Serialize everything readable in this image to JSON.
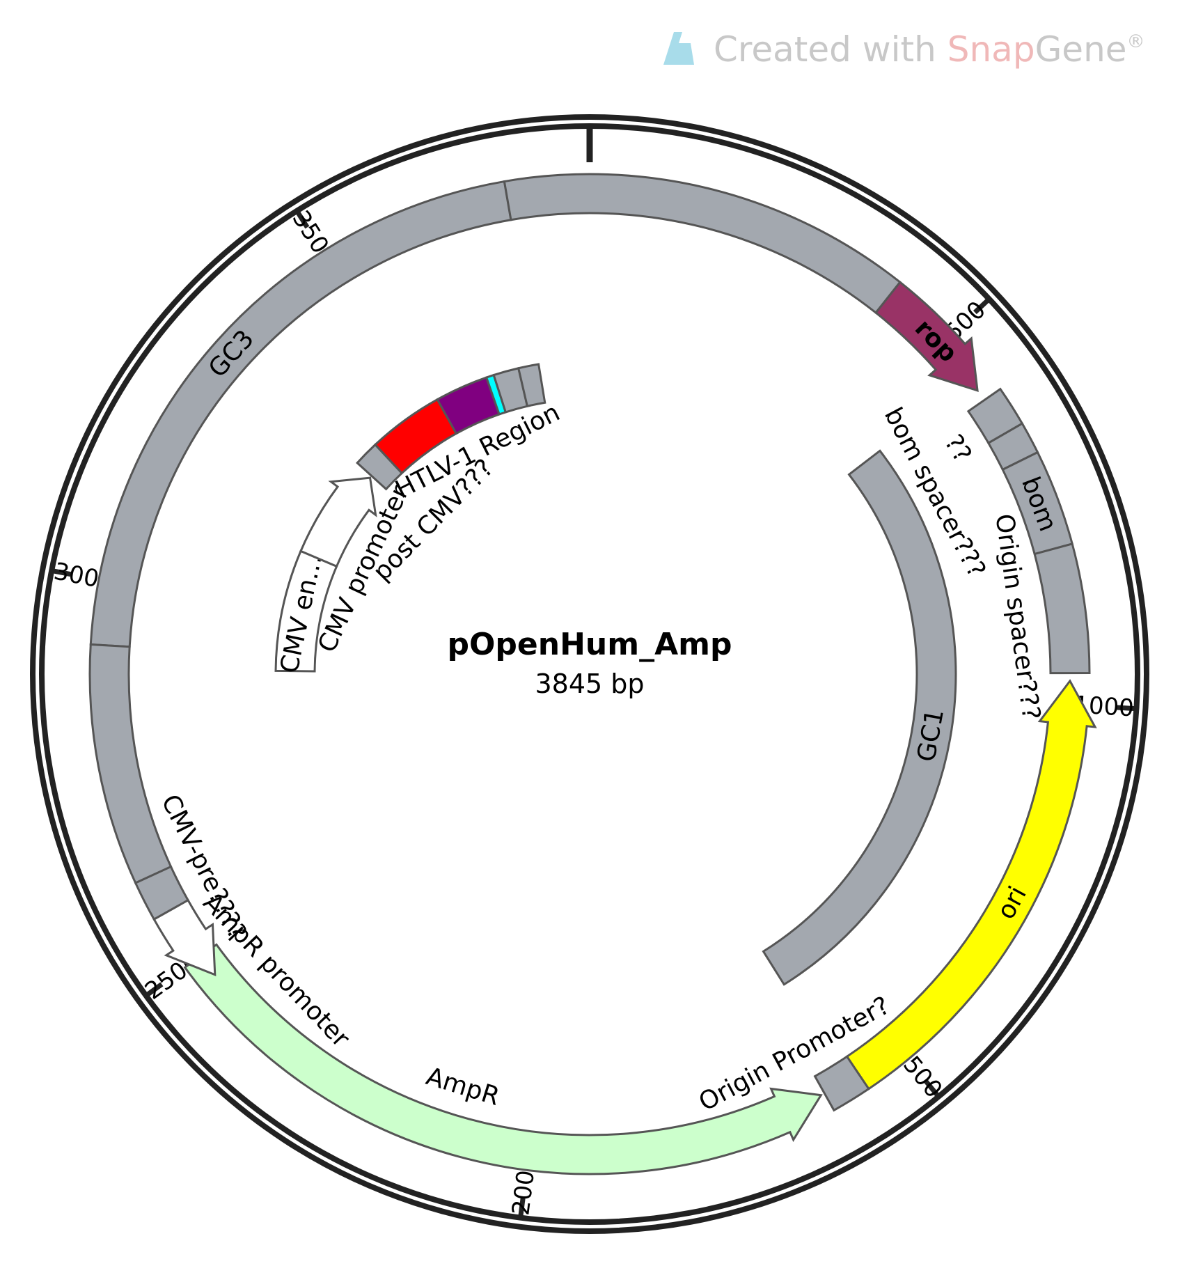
{
  "watermark": {
    "prefix": "Created with ",
    "brand_a": "Snap",
    "brand_b": "Gene",
    "reg": "®",
    "colors": {
      "prefix": "#c8c8c8",
      "snap": "#f0b8b8",
      "gene": "#c8c8c8",
      "logo": "#a8dcea"
    }
  },
  "plasmid": {
    "name": "pOpenHum_Amp",
    "size_label": "3845 bp",
    "length_bp": 3845
  },
  "ticks": [
    {
      "bp": 500,
      "label": "500"
    },
    {
      "bp": 1000,
      "label": "1000"
    },
    {
      "bp": 1500,
      "label": "1500"
    },
    {
      "bp": 2000,
      "label": "2000"
    },
    {
      "bp": 2500,
      "label": "2500"
    },
    {
      "bp": 3000,
      "label": "3000"
    },
    {
      "bp": 3500,
      "label": "3500"
    }
  ],
  "features": [
    {
      "id": "gc3",
      "label": "GC3",
      "start": 2920,
      "end": 3740,
      "ring": "outer",
      "color": "#a3a8af",
      "arrow": "none",
      "label_mode": "inside"
    },
    {
      "id": "gc3b",
      "label": "",
      "start": 3740,
      "end": 410,
      "ring": "outer",
      "color": "#a3a8af",
      "arrow": "none",
      "label_mode": "none"
    },
    {
      "id": "gc3c",
      "label": "",
      "start": 2620,
      "end": 2920,
      "ring": "outer",
      "color": "#a3a8af",
      "arrow": "none",
      "label_mode": "none"
    },
    {
      "id": "cmvpre-box",
      "label": "",
      "start": 2570,
      "end": 2620,
      "ring": "outer",
      "color": "#a3a8af",
      "arrow": "none",
      "label_mode": "none"
    },
    {
      "id": "rop",
      "label": "rop",
      "start": 410,
      "end": 575,
      "ring": "outer",
      "color": "#993366",
      "arrow": "fwd",
      "label_mode": "inside",
      "label_color": "#ffffff"
    },
    {
      "id": "q2",
      "label": "",
      "start": 590,
      "end": 640,
      "ring": "outer",
      "color": "#a3a8af",
      "arrow": "none",
      "label_mode": "none"
    },
    {
      "id": "bomsp",
      "label": "",
      "start": 640,
      "end": 680,
      "ring": "outer",
      "color": "#a3a8af",
      "arrow": "none",
      "label_mode": "none"
    },
    {
      "id": "bom",
      "label": "bom",
      "start": 680,
      "end": 800,
      "ring": "outer",
      "color": "#a3a8af",
      "arrow": "none",
      "label_mode": "inside"
    },
    {
      "id": "orisp",
      "label": "",
      "start": 800,
      "end": 960,
      "ring": "outer",
      "color": "#a3a8af",
      "arrow": "none",
      "label_mode": "none"
    },
    {
      "id": "ori",
      "label": "ori",
      "start": 970,
      "end": 1560,
      "ring": "outer",
      "color": "#ffff00",
      "arrow": "rev",
      "label_mode": "inside"
    },
    {
      "id": "oriprom",
      "label": "",
      "start": 1560,
      "end": 1610,
      "ring": "outer",
      "color": "#a3a8af",
      "arrow": "none",
      "label_mode": "none"
    },
    {
      "id": "ampr",
      "label": "",
      "start": 1615,
      "end": 2500,
      "ring": "outer",
      "color": "#ccffcc",
      "arrow": "rev",
      "label_mode": "none"
    },
    {
      "id": "amprprom",
      "label": "",
      "start": 2470,
      "end": 2570,
      "ring": "outer",
      "color": "#ffffff",
      "arrow": "rev",
      "label_mode": "none"
    },
    {
      "id": "gc1",
      "label": "GC1",
      "start": 560,
      "end": 1580,
      "ring": "mid",
      "color": "#a3a8af",
      "arrow": "none",
      "label_mode": "inside"
    },
    {
      "id": "cmven",
      "label": "CMV en…",
      "start": 2890,
      "end": 3130,
      "ring": "inner",
      "color": "#ffffff",
      "arrow": "none",
      "label_mode": "inside"
    },
    {
      "id": "cmvprom",
      "label": "",
      "start": 3130,
      "end": 3330,
      "ring": "inner",
      "color": "#ffffff",
      "arrow": "fwd",
      "label_mode": "none"
    },
    {
      "id": "postcmv",
      "label": "",
      "start": 3335,
      "end": 3385,
      "ring": "inner",
      "color": "#a3a8af",
      "arrow": "none",
      "label_mode": "none"
    },
    {
      "id": "htlv",
      "label": "",
      "start": 3385,
      "end": 3535,
      "ring": "inner",
      "color": "#ff0000",
      "arrow": "none",
      "label_mode": "none"
    },
    {
      "id": "purple",
      "label": "",
      "start": 3535,
      "end": 3640,
      "ring": "inner",
      "color": "#800080",
      "arrow": "none",
      "label_mode": "none"
    },
    {
      "id": "cyan",
      "label": "",
      "start": 3640,
      "end": 3655,
      "ring": "inner",
      "color": "#00ffff",
      "arrow": "none",
      "label_mode": "none"
    },
    {
      "id": "g1",
      "label": "",
      "start": 3655,
      "end": 3705,
      "ring": "inner",
      "color": "#a3a8af",
      "arrow": "none",
      "label_mode": "none"
    },
    {
      "id": "g2",
      "label": "",
      "start": 3705,
      "end": 3745,
      "ring": "inner",
      "color": "#a3a8af",
      "arrow": "none",
      "label_mode": "none"
    }
  ],
  "labels": [
    {
      "text": "??",
      "bp": 625,
      "ring": "lbl_outer_in"
    },
    {
      "text": "bom spacer???",
      "bp": 665,
      "ring": "lbl_outer_in2"
    },
    {
      "text": "Origin spacer???",
      "bp": 880,
      "ring": "lbl_outer_in"
    },
    {
      "text": "Origin Promoter?",
      "bp": 1620,
      "ring": "lbl_outer_in"
    },
    {
      "text": "AmpR",
      "bp": 2105,
      "ring": "lbl_outer_in"
    },
    {
      "text": "AmpR promoter",
      "bp": 2420,
      "ring": "lbl_outer_in"
    },
    {
      "text": "CMV-pre????",
      "bp": 2600,
      "ring": "lbl_outer_in"
    },
    {
      "text": "CMV promoter",
      "bp": 3150,
      "ring": "lbl_inner_in"
    },
    {
      "text": "post CMV???",
      "bp": 3360,
      "ring": "lbl_inner_in2"
    },
    {
      "text": "HTLV-1 Region",
      "bp": 3560,
      "ring": "lbl_inner_in"
    }
  ]
}
